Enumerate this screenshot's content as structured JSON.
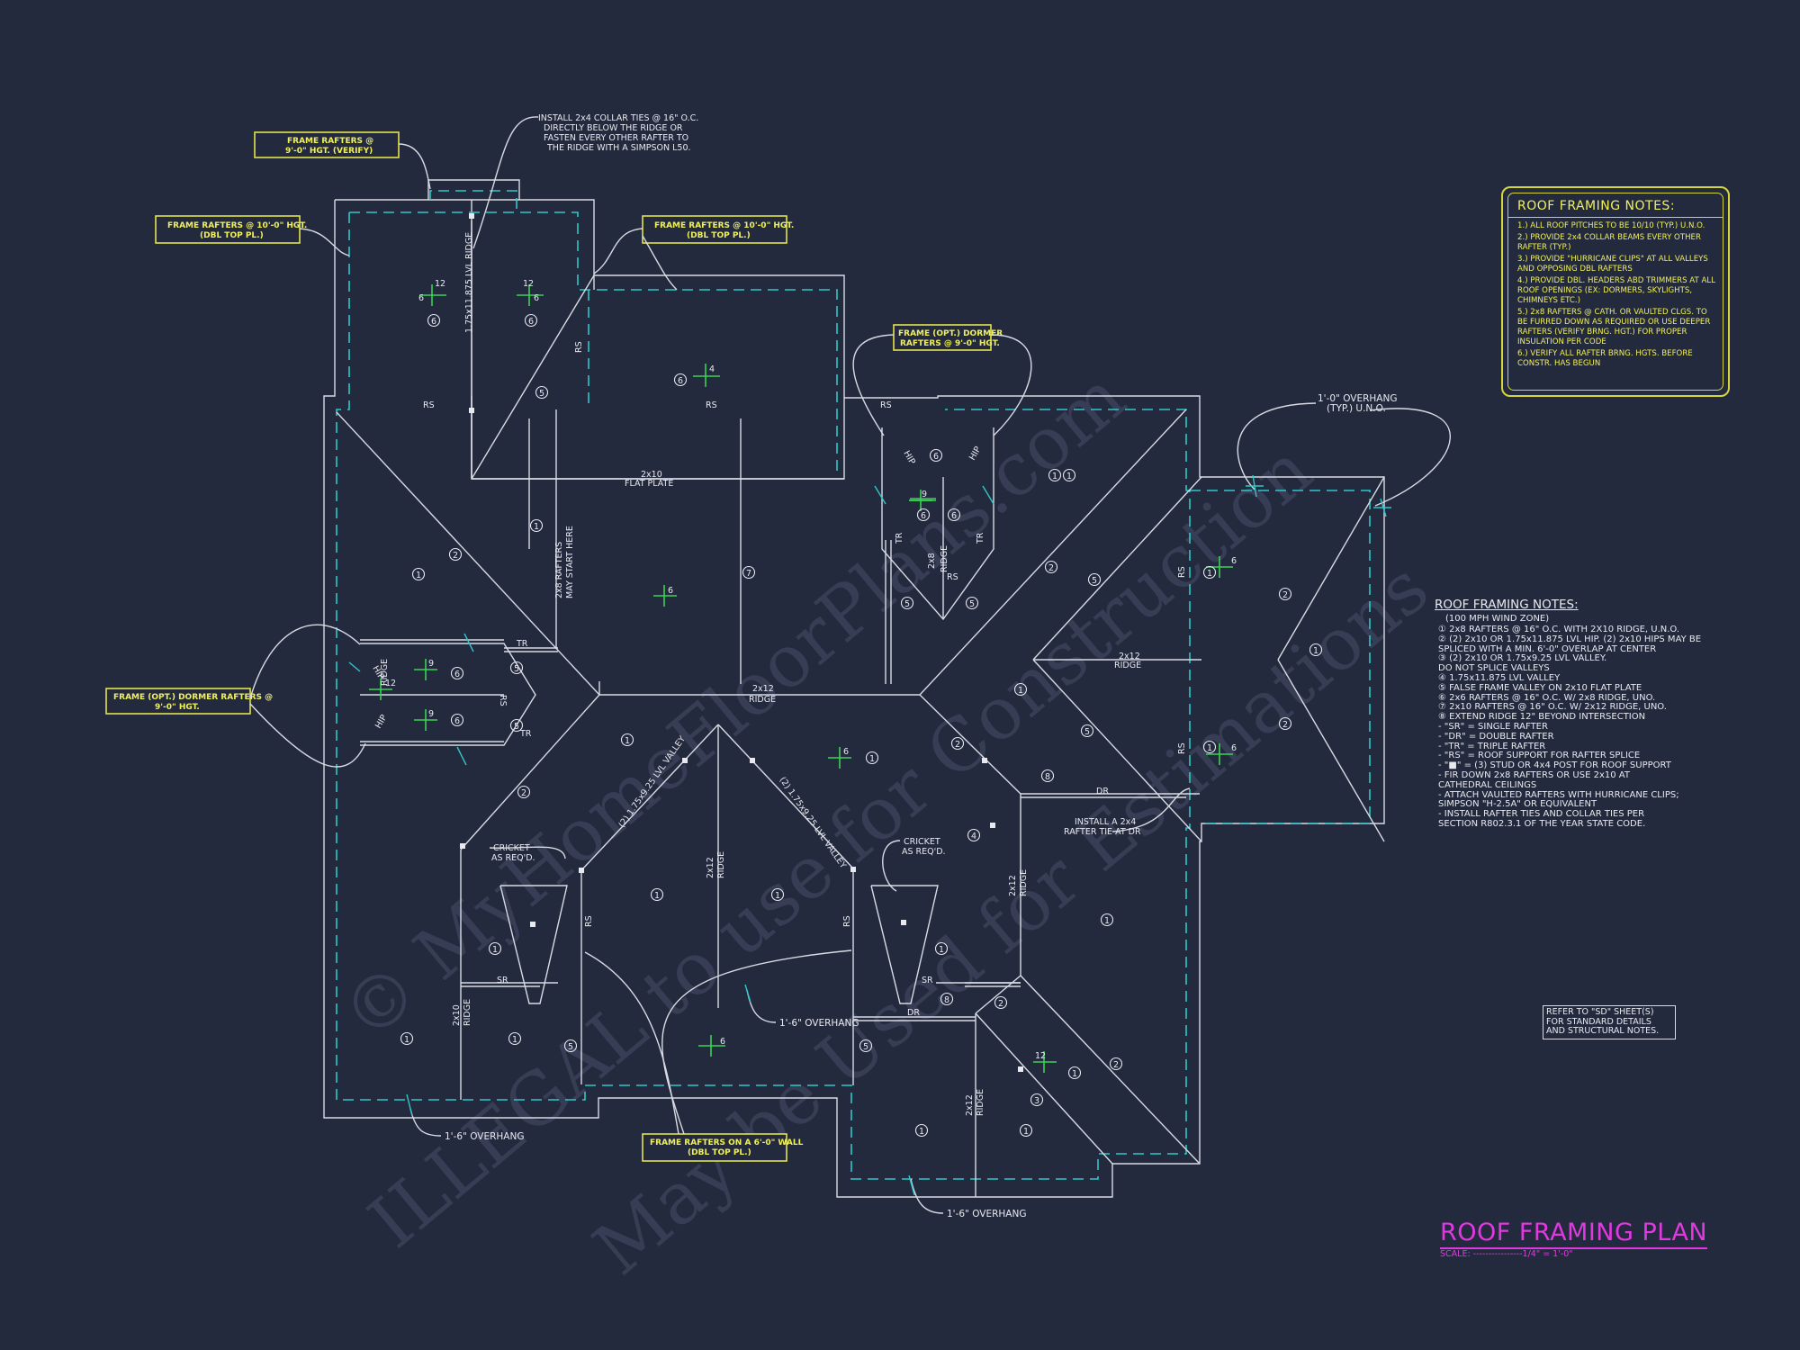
{
  "watermark": {
    "line1": "© MyHomeFloorPlans.com",
    "line2": "ILLEGAL to use for Construction",
    "line3": "May be Used for Estimations"
  },
  "callouts": {
    "frame_9ft_top": [
      "FRAME RAFTERS @",
      "9'-0\" HGT. (VERIFY)"
    ],
    "frame_10ft_left": [
      "FRAME RAFTERS @ 10'-0\" HGT.",
      "(DBL TOP PL.)"
    ],
    "frame_10ft_right": [
      "FRAME RAFTERS @ 10'-0\" HGT.",
      "(DBL TOP PL.)"
    ],
    "dormer_top": [
      "FRAME (OPT.) DORMER",
      "RAFTERS @ 9'-0\" HGT."
    ],
    "dormer_left": [
      "FRAME (OPT.) DORMER RAFTERS @",
      "9'-0\" HGT."
    ],
    "frame_6ft_wall": [
      "FRAME RAFTERS ON A 6'-0\" WALL",
      "(DBL TOP PL.)"
    ]
  },
  "annotations": {
    "collar_ties": [
      "INSTALL 2x4 COLLAR TIES @ 16\" O.C.",
      "DIRECTLY BELOW THE RIDGE OR",
      "FASTEN EVERY OTHER RAFTER TO",
      "THE RIDGE WITH A SIMPSON L50."
    ],
    "overhang_typ": [
      "1'-0\" OVERHANG",
      "(TYP.) U.N.O."
    ],
    "overhang_bl": "1'-6\" OVERHANG",
    "overhang_mid": "1'-6\" OVERHANG",
    "overhang_br": "1'-6\" OVERHANG",
    "flat_plate": [
      "2x10",
      "FLAT PLATE"
    ],
    "ridge_center": [
      "2x12",
      "RIDGE"
    ],
    "ridge_right": [
      "2x12",
      "RIDGE"
    ],
    "rafters_start": [
      "2x8 RAFTERS",
      "MAY START HERE"
    ],
    "cricket_left": [
      "CRICKET",
      "AS REQ'D."
    ],
    "cricket_right": [
      "CRICKET",
      "AS REQ'D."
    ],
    "rafter_tie": [
      "INSTALL A 2x4",
      "RAFTER TIE AT DR"
    ],
    "lvl_ridge": "1.75x11.875 LVL RIDGE",
    "valley_left": "(2) 1.75x9.25 LVL VALLEY",
    "valley_right": "(2) 1.75x9.25 LVL VALLEY",
    "labels": {
      "rs": "RS",
      "tr": "TR",
      "sr": "SR",
      "dr": "DR",
      "hip": "HIP",
      "ridge_2x8": [
        "2x8",
        "RIDGE"
      ],
      "ridge_2x10": [
        "2x10",
        "RIDGE"
      ],
      "ridge_2x12": [
        "2x12",
        "RIDGE"
      ]
    },
    "pitch": {
      "rise": "12",
      "run": "6",
      "run_alt": "4",
      "dormer_run": "9"
    }
  },
  "notes_box": {
    "title": "ROOF FRAMING NOTES:",
    "items": [
      "1.) ALL ROOF PITCHES TO BE 10/10 (TYP.) U.N.O.",
      "2.) PROVIDE 2x4 COLLAR BEAMS EVERY OTHER RAFTER (TYP.)",
      "3.) PROVIDE \"HURRICANE CLIPS\" AT ALL VALLEYS AND OPPOSING DBL RAFTERS",
      "4.) PROVIDE DBL. HEADERS ABD TRIMMERS AT ALL ROOF OPENINGS (EX: DORMERS, SKYLIGHTS, CHIMNEYS ETC.)",
      "5.) 2x8 RAFTERS @ CATH. OR VAULTED CLGS. TO BE FURRED DOWN AS REQUIRED OR USE DEEPER RAFTERS (VERIFY BRNG. HGT.) FOR PROPER INSULATION PER CODE",
      "6.) VERIFY ALL RAFTER BRNG. HGTS. BEFORE CONSTR. HAS BEGUN"
    ]
  },
  "notes_list": {
    "title": "ROOF FRAMING NOTES:",
    "subtitle": "(100 MPH WIND ZONE)",
    "items": [
      "① 2x8 RAFTERS @ 16\" O.C. WITH 2X10 RIDGE, U.N.O.",
      "② (2) 2x10 OR 1.75x11.875 LVL HIP. (2) 2x10 HIPS MAY BE",
      "    SPLICED WITH A MIN. 6'-0\" OVERLAP AT CENTER",
      "③ (2) 2x10 OR 1.75x9.25 LVL VALLEY.",
      "    DO NOT SPLICE VALLEYS",
      "④ 1.75x11.875 LVL VALLEY",
      "⑤ FALSE FRAME VALLEY ON 2x10 FLAT PLATE",
      "⑥ 2x6 RAFTERS @ 16\" O.C. W/ 2x8 RIDGE, UNO.",
      "⑦ 2x10 RAFTERS @ 16\" O.C. W/ 2x12 RIDGE, UNO.",
      "⑧ EXTEND RIDGE 12\" BEYOND INTERSECTION",
      " -  \"SR\" = SINGLE RAFTER",
      " -  \"DR\" = DOUBLE RAFTER",
      " -  \"TR\" = TRIPLE RAFTER",
      " -  \"RS\" = ROOF SUPPORT FOR RAFTER SPLICE",
      " -  \"■\" = (3) STUD OR 4x4 POST FOR ROOF SUPPORT",
      " -  FIR DOWN 2x8 RAFTERS OR USE 2x10 AT",
      "    CATHEDRAL CEILINGS",
      " -  ATTACH VAULTED RAFTERS WITH HURRICANE CLIPS;",
      "    SIMPSON \"H-2.5A\" OR EQUIVALENT",
      " -  INSTALL RAFTER TIES AND COLLAR TIES PER",
      "    SECTION R802.3.1 OF THE YEAR STATE CODE."
    ]
  },
  "ref_note": [
    "REFER TO \"SD\" SHEET(S)",
    "FOR STANDARD DETAILS",
    "AND STRUCTURAL NOTES."
  ],
  "title": "ROOF FRAMING PLAN",
  "scale": "SCALE: ----------------1/4\" = 1'-0\""
}
